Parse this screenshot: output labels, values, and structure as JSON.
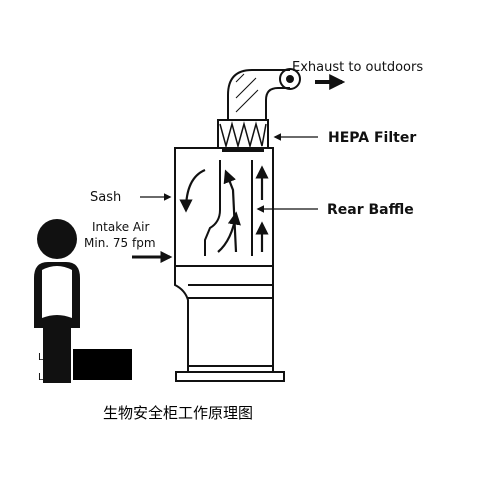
{
  "labels": {
    "exhaust": "Exhaust to outdoors",
    "hepa": "HEPA Filter",
    "sash": "Sash",
    "intake_line1": "Intake Air",
    "intake_line2": "Min. 75 fpm",
    "rear_baffle": "Rear Baffle"
  },
  "caption": "生物安全柜工作原理图",
  "colors": {
    "ink": "#111111",
    "background": "#ffffff"
  }
}
